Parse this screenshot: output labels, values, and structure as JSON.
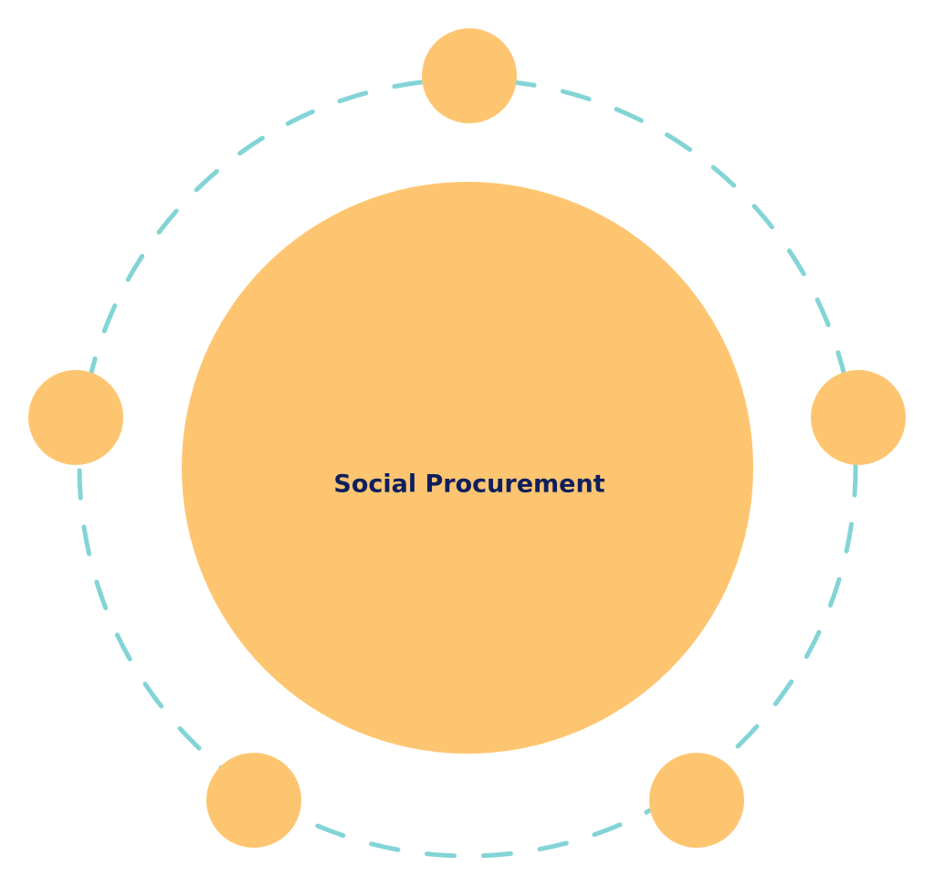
{
  "diagram": {
    "center": {
      "label": "Social Procurement"
    },
    "satellites": [
      {
        "id": "top"
      },
      {
        "id": "right"
      },
      {
        "id": "bottom-right"
      },
      {
        "id": "bottom-left"
      },
      {
        "id": "left"
      }
    ]
  },
  "colors": {
    "background": "#ffffff",
    "node_fill": "#fec571",
    "ring_stroke": "#83d4d6",
    "label_text": "#0f1f5c"
  }
}
